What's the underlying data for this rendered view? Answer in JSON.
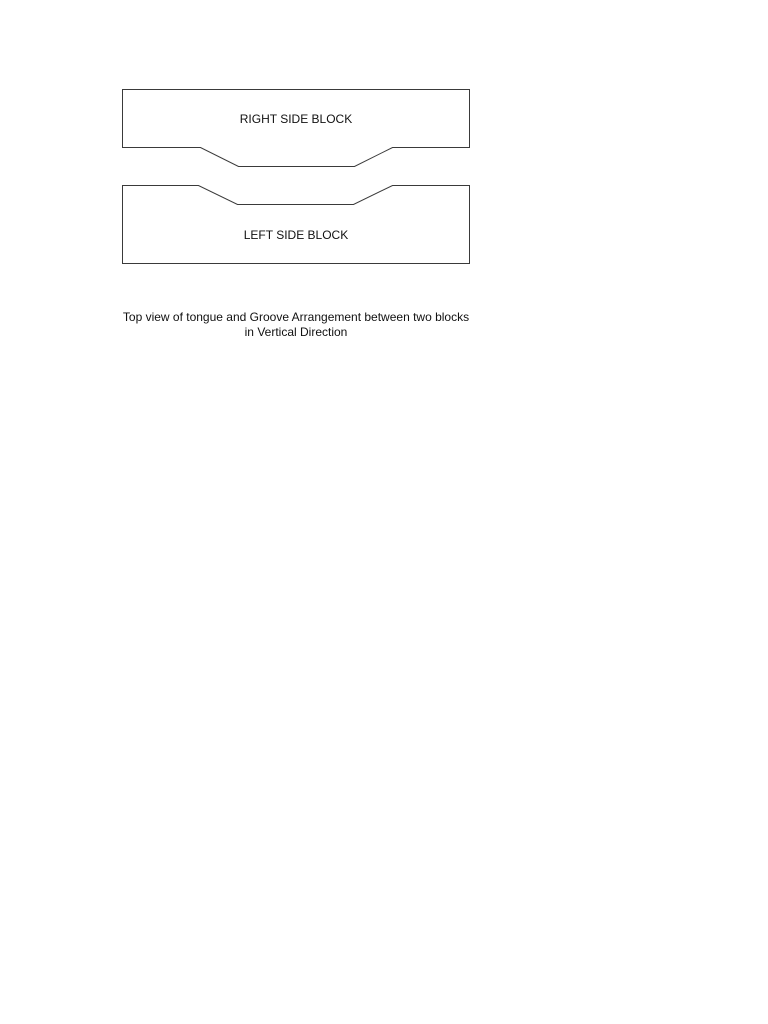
{
  "diagram": {
    "right_block_label": "RIGHT SIDE BLOCK",
    "left_block_label": "LEFT SIDE BLOCK",
    "caption": "Top view of tongue and Groove Arrangement between two blocks in Vertical Direction"
  }
}
